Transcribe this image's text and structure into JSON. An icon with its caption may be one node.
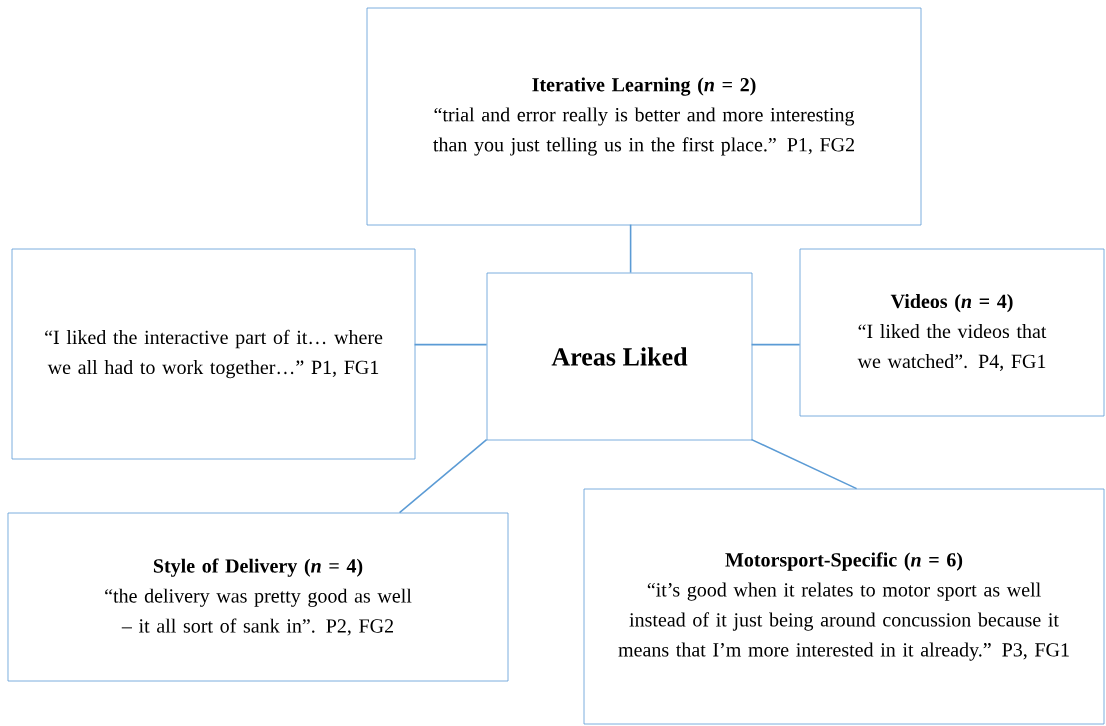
{
  "diagram": {
    "nodes": [
      {
        "text": [
          "Areas Liked"
        ]
      },
      {
        "text": [
          "Iterative Learning (*n* = 2)",
          "“trial and error really is better and more interesting than you just telling us in the first place.” P1, FG2"
        ]
      },
      {
        "text": [
          "“I liked the interactive part of it… where we all had to work together…” P1, FG1"
        ]
      },
      {
        "text": [
          "Videos (*n* = 4)",
          "“I liked the videos that we watched”. P4, FG1"
        ]
      },
      {
        "text": [
          "Style of Delivery (*n* = 4)",
          "“the delivery was pretty good as well – it all sort of sank in”. P2, FG2"
        ]
      },
      {
        "text": [
          "Motorsport-Specific (*n* = 6)",
          "“it’s good when it relates to motor sport as well instead of it just being around concussion because it means that I’m more interested in it already.” P3, FG1"
        ]
      }
    ],
    "edges": [
      {
        "from": 0,
        "to": 1,
        "arrow": "none"
      },
      {
        "from": 2,
        "to": 0,
        "arrow": "none"
      },
      {
        "from": 0,
        "to": 3,
        "arrow": "none"
      },
      {
        "from": 0,
        "to": 4,
        "arrow": "none"
      },
      {
        "from": 0,
        "to": 5,
        "arrow": "none"
      }
    ]
  }
}
